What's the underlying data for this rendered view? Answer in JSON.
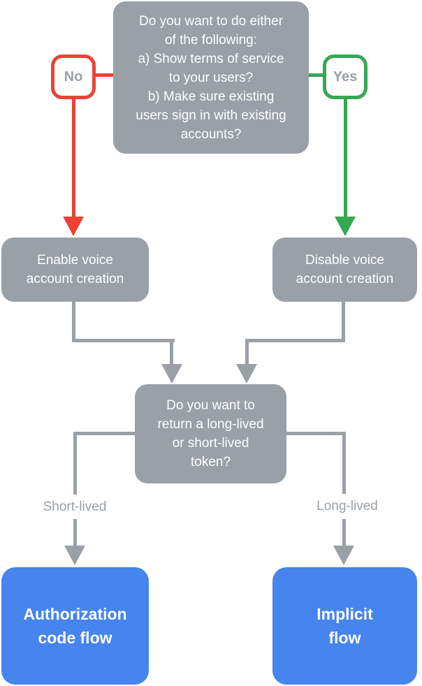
{
  "colors": {
    "node_gray": "#9AA0A6",
    "accent_red": "#EA4335",
    "accent_green": "#34A853",
    "accent_blue": "#4684EE",
    "node_text": "#FFFFFF",
    "decision_text": "#9AA0A6",
    "background": "#FFFFFF"
  },
  "flowchart": {
    "question_top": "Do you want to do either\nof the following:\na) Show terms of service\nto your users?\nb) Make sure existing\nusers sign in with existing\naccounts?",
    "no_label": "No",
    "yes_label": "Yes",
    "enable_voice": "Enable voice\naccount creation",
    "disable_voice": "Disable voice\naccount creation",
    "question_token": "Do you want to\nreturn a long-lived\nor short-lived\ntoken?",
    "short_lived": "Short-lived",
    "long_lived": "Long-lived",
    "authorization_code": "Authorization\ncode flow",
    "implicit": "Implicit\nflow"
  }
}
